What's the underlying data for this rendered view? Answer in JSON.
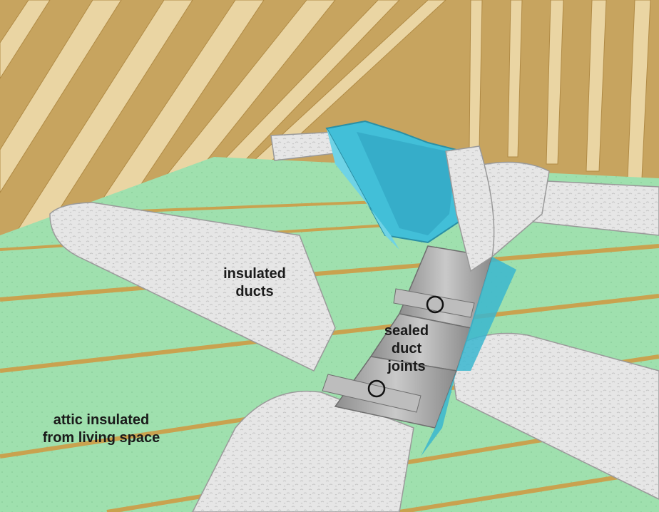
{
  "labels": {
    "insulated_ducts": [
      "insulated",
      "ducts"
    ],
    "sealed_duct_joints": [
      "sealed",
      "duct",
      "joints"
    ],
    "attic_insulated": [
      "attic insulated",
      "from living space"
    ]
  },
  "colors": {
    "rafter_back": "#c7a45f",
    "rafter_face": "#ead5a3",
    "floor_insulation": "#9fe0ae",
    "joist": "#c9a24f",
    "duct_insulation": "#e7e7e7",
    "metal_duct": "#a3a3a3",
    "boot_blue": "#42bfd8",
    "text": "#1a1a1a"
  }
}
